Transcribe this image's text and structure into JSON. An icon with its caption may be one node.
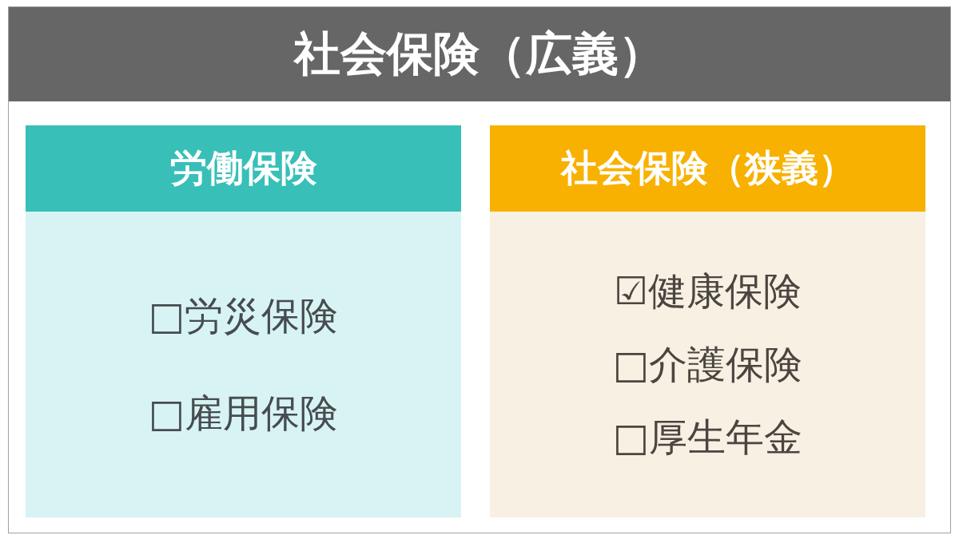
{
  "diagram": {
    "nodes": [
      {
        "text": [
          "社会保険（広義）"
        ]
      },
      {
        "text": [
          "労働保険",
          "□労災保険",
          "□雇用保険"
        ],
        "in": 0
      },
      {
        "text": [
          "社会保険（狭義）",
          "☑健康保険",
          "□介護保険",
          "□厚生年金"
        ],
        "in": 0
      }
    ]
  }
}
